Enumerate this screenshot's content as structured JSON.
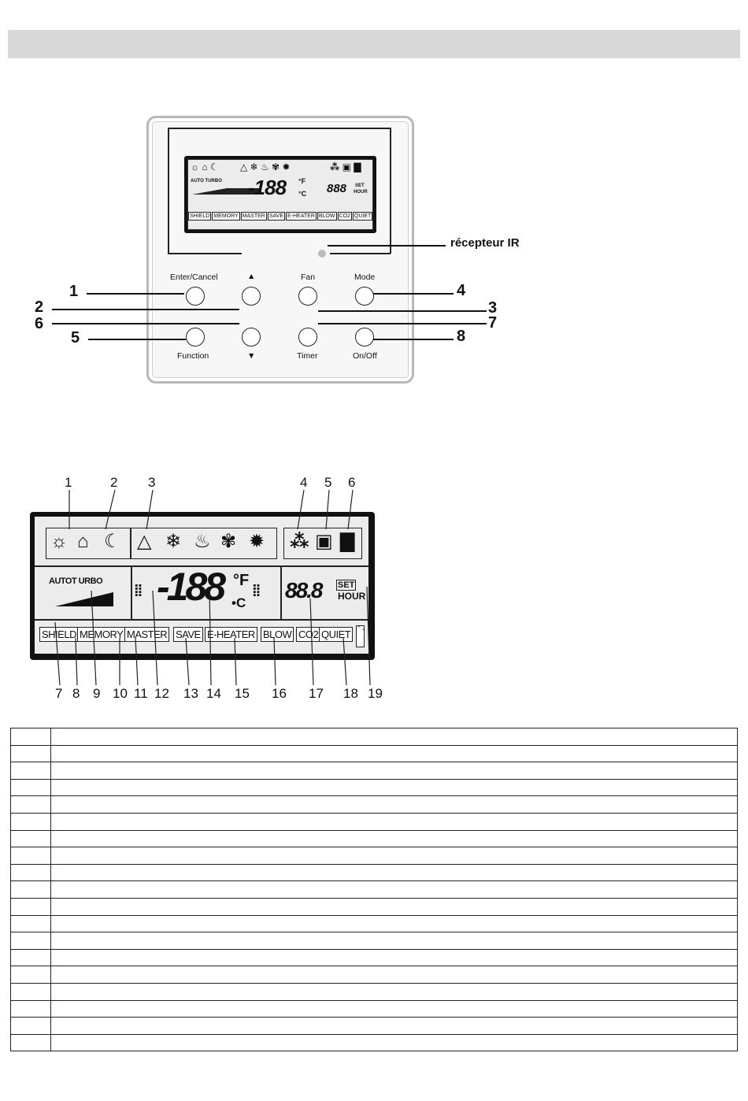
{
  "panel": {
    "lcd": {
      "mode_label": "AUTO TURBO",
      "temp": "-188",
      "unit_f": "°F",
      "unit_c": "°C",
      "timer": "888",
      "set": "SET",
      "hour": "HOUR",
      "functions": [
        "SHIELD",
        "MEMORY",
        "MASTER",
        "SAVE",
        "E-HEATER",
        "BLOW",
        "CO2",
        "QUIET"
      ]
    },
    "buttons": {
      "enter_cancel": "Enter/Cancel",
      "up": "▲",
      "fan": "Fan",
      "mode": "Mode",
      "function": "Function",
      "down": "▼",
      "timer": "Timer",
      "on_off": "On/Off"
    },
    "callouts": [
      "1",
      "2",
      "3",
      "4",
      "5",
      "6",
      "7",
      "8"
    ],
    "ir_label": "récepteur IR"
  },
  "display": {
    "mode_label": "AUTOT URBO",
    "temp": "-188",
    "unit_f": "°F",
    "unit_c": "•C",
    "timer": "88.8",
    "set": "SET",
    "hour": "HOUR",
    "functions": [
      "SHIELD",
      "MEMORY",
      "MASTER",
      "SAVE",
      "E-HEATER",
      "BLOW",
      "CO2",
      "QUIET"
    ],
    "top_numbers": [
      "1",
      "2",
      "3",
      "4",
      "5",
      "6"
    ],
    "bottom_numbers": [
      "7",
      "8",
      "9",
      "10",
      "11",
      "12",
      "13",
      "14",
      "15",
      "16",
      "17",
      "18",
      "19"
    ]
  },
  "table": {
    "rows": 19
  }
}
